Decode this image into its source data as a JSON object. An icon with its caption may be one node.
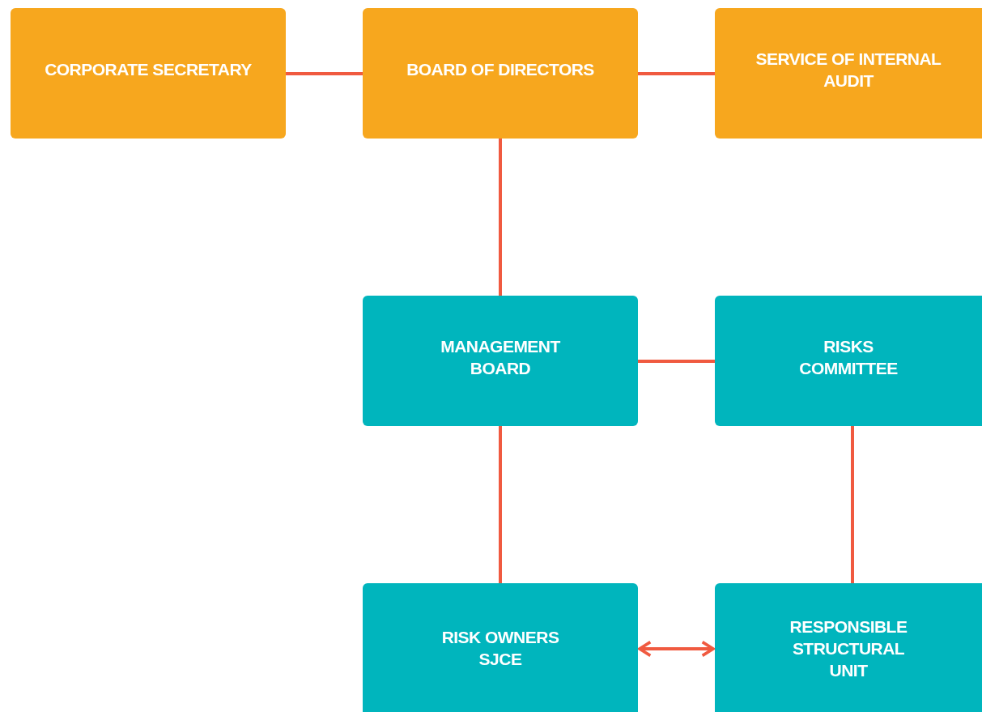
{
  "diagram": {
    "nodes": [
      {
        "text": [
          "CORPORATE SECRETARY"
        ]
      },
      {
        "text": [
          "BOARD OF DIRECTORS"
        ]
      },
      {
        "text": [
          "SERVICE OF INTERNAL AUDIT"
        ]
      },
      {
        "text": [
          "MANAGEMENT BOARD"
        ]
      },
      {
        "text": [
          "RISKS COMMITTEE"
        ]
      },
      {
        "text": [
          "RISK OWNERS SJCE"
        ]
      },
      {
        "text": [
          "RESPONSIBLE STRUCTURAL UNIT"
        ]
      }
    ],
    "edges": [
      {
        "from": 0,
        "to": 1,
        "arrow": "none"
      },
      {
        "from": 1,
        "to": 2,
        "arrow": "none"
      },
      {
        "from": 1,
        "to": 3,
        "arrow": "none"
      },
      {
        "from": 3,
        "to": 4,
        "arrow": "none"
      },
      {
        "from": 3,
        "to": 5,
        "arrow": "none"
      },
      {
        "from": 4,
        "to": 6,
        "arrow": "none"
      },
      {
        "from": 5,
        "to": 6,
        "arrow": "both"
      }
    ]
  }
}
